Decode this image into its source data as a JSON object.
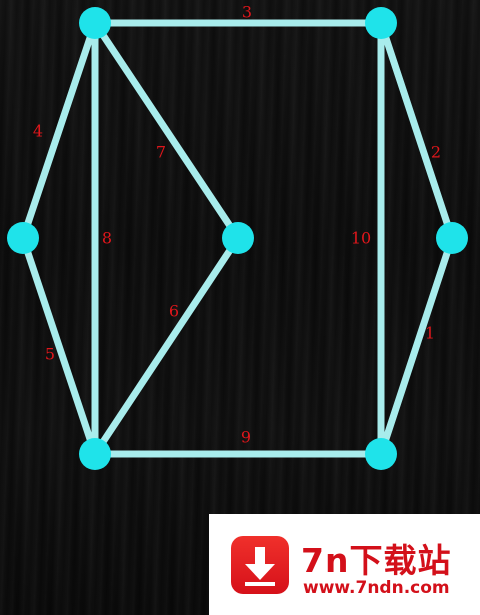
{
  "puzzle": {
    "nodes": [
      {
        "id": "top-left"
      },
      {
        "id": "top-right"
      },
      {
        "id": "mid-left"
      },
      {
        "id": "mid-center"
      },
      {
        "id": "mid-right"
      },
      {
        "id": "bottom-left"
      },
      {
        "id": "bottom-right"
      }
    ],
    "edges": [
      {
        "label": "1",
        "from": "mid-right",
        "to": "bottom-right"
      },
      {
        "label": "2",
        "from": "top-right",
        "to": "mid-right"
      },
      {
        "label": "3",
        "from": "top-left",
        "to": "top-right"
      },
      {
        "label": "4",
        "from": "top-left",
        "to": "mid-left"
      },
      {
        "label": "5",
        "from": "mid-left",
        "to": "bottom-left"
      },
      {
        "label": "6",
        "from": "mid-center",
        "to": "bottom-left"
      },
      {
        "label": "7",
        "from": "top-left",
        "to": "mid-center"
      },
      {
        "label": "8",
        "from": "top-left",
        "to": "bottom-left"
      },
      {
        "label": "9",
        "from": "bottom-left",
        "to": "bottom-right"
      },
      {
        "label": "10",
        "from": "top-right",
        "to": "bottom-right"
      }
    ],
    "colors": {
      "edge": "#a8ecec",
      "node": "#1fe3ea",
      "label": "#e0161b"
    }
  },
  "watermark": {
    "title": "7n下载站",
    "url": "www.7ndn.com",
    "icon": "download-arrow-icon"
  }
}
